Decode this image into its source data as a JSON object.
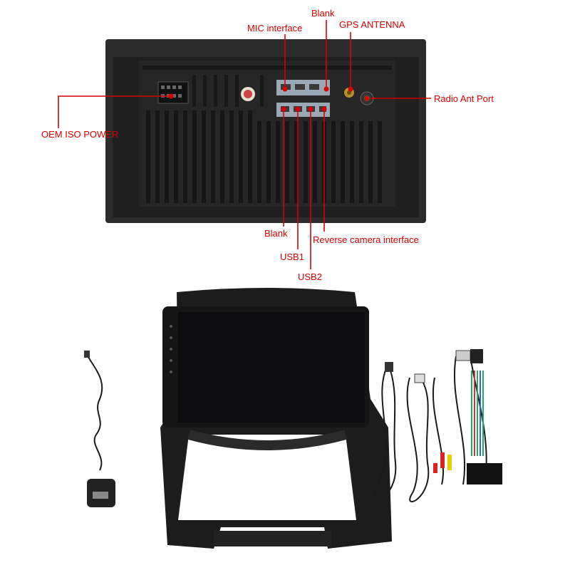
{
  "labels": {
    "mic_interface": "MIC interface",
    "blank_top": "Blank",
    "gps_antenna": "GPS ANTENNA",
    "radio_ant_port": "Radio Ant Port",
    "oem_iso_power": "OEM ISO POWER",
    "blank_bottom": "Blank",
    "usb1": "USB1",
    "reverse_camera_interface": "Reverse camera interface",
    "usb2": "USB2"
  },
  "colors": {
    "callout": "#d80000",
    "unit_body": "#2a2a2a",
    "bezel": "#1a1a1a",
    "screen": "#0d0d0f",
    "frame": "#222222"
  }
}
